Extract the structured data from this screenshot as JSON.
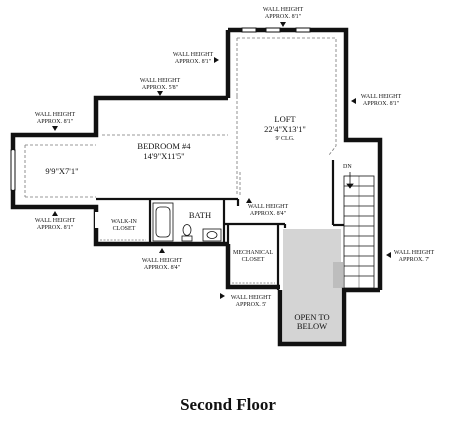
{
  "title": "Second Floor",
  "rooms": {
    "loft": {
      "name": "LOFT",
      "dims": "22'4\"X13'1\"",
      "note": "9' CLG."
    },
    "bedroom4": {
      "name": "BEDROOM #4",
      "dims": "14'9\"X11'5\""
    },
    "nook": {
      "dims": "9'9\"X7'1\""
    },
    "bath": {
      "name": "BATH"
    },
    "walkin": {
      "line1": "WALK-IN",
      "line2": "CLOSET"
    },
    "mechanical": {
      "line1": "MECHANICAL",
      "line2": "CLOSET"
    },
    "open_below": {
      "line1": "OPEN TO",
      "line2": "BELOW"
    },
    "stair": {
      "label": "DN"
    }
  },
  "wall_notes": [
    {
      "line1": "WALL HEIGHT",
      "line2": "APPROX. 8'1\""
    },
    {
      "line1": "WALL HEIGHT",
      "line2": "APPROX. 8'1\""
    },
    {
      "line1": "WALL HEIGHT",
      "line2": "APPROX. 5'8\""
    },
    {
      "line1": "WALL HEIGHT",
      "line2": "APPROX. 8'1\""
    },
    {
      "line1": "WALL HEIGHT",
      "line2": "APPROX. 8'1\""
    },
    {
      "line1": "WALL HEIGHT",
      "line2": "APPROX. 8'1\""
    },
    {
      "line1": "WALL HEIGHT",
      "line2": "APPROX. 8'4\""
    },
    {
      "line1": "WALL HEIGHT",
      "line2": "APPROX. 8'4\""
    },
    {
      "line1": "WALL HEIGHT",
      "line2": "APPROX. 7'"
    },
    {
      "line1": "WALL HEIGHT",
      "line2": "APPROX. 5'"
    }
  ]
}
